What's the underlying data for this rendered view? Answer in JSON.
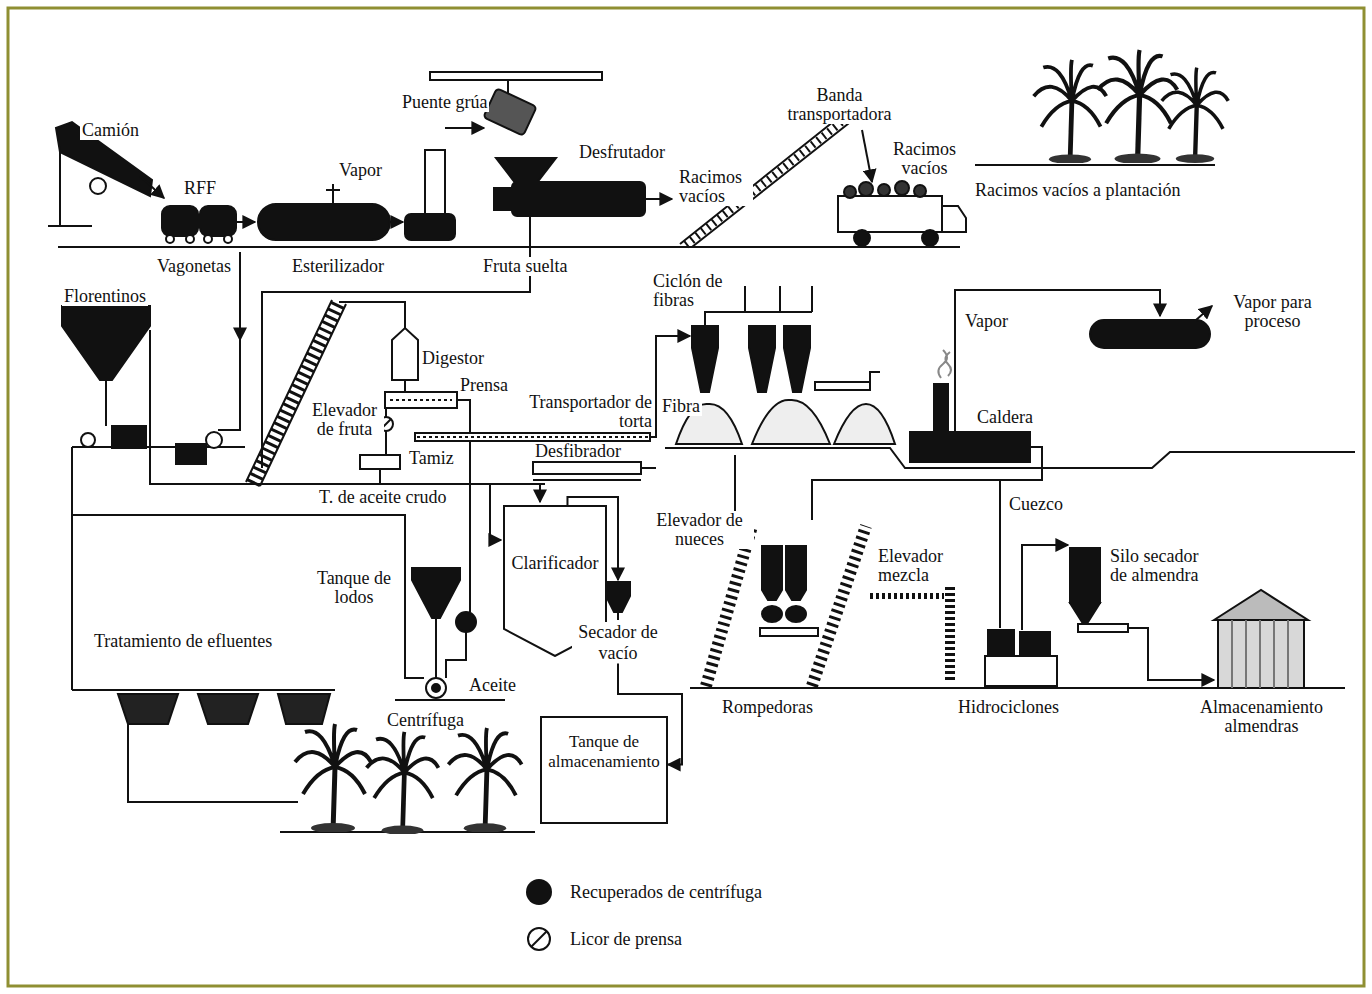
{
  "diagram": {
    "nodes": [
      {
        "text": [
          "Clarificador"
        ]
      },
      {
        "text": [
          "Secador de vacío"
        ]
      },
      {
        "text": [
          "Tanque de almacenamiento"
        ]
      }
    ],
    "edges": [
      {
        "from": 0,
        "to": 1,
        "arrow": "to"
      },
      {
        "from": 1,
        "to": 2,
        "arrow": "to"
      }
    ],
    "labels": [
      "Camión",
      "RFF",
      "Vagonetas",
      "Vapor",
      "Esterilizador",
      "Puente grúa",
      "Desfrutador",
      "Fruta suelta",
      "Racimos vacíos",
      "Banda transportadora",
      "Racimos vacíos",
      "Racimos vacíos a plantación",
      "Florentinos",
      "Digestor",
      "Prensa",
      "Elevador de fruta",
      "Transportador de torta",
      "Tamiz",
      "T. de aceite crudo",
      "Ciclón de fibras",
      "Fibra",
      "Desfibrador",
      "Vapor",
      "Vapor para proceso",
      "Caldera",
      "Cuezco",
      "Elevador de nueces",
      "Tanque de lodos",
      "Elevador mezcla",
      "Silo secador de almendra",
      "Tratamiento de efluentes",
      "Aceite",
      "Centrífuga",
      "Rompedoras",
      "Hidrociclones",
      "Almacenamiento almendras"
    ],
    "legend": [
      {
        "text": "Recuperados de centrífuga",
        "color": "#111111"
      },
      {
        "text": "Licor de prensa"
      }
    ]
  }
}
